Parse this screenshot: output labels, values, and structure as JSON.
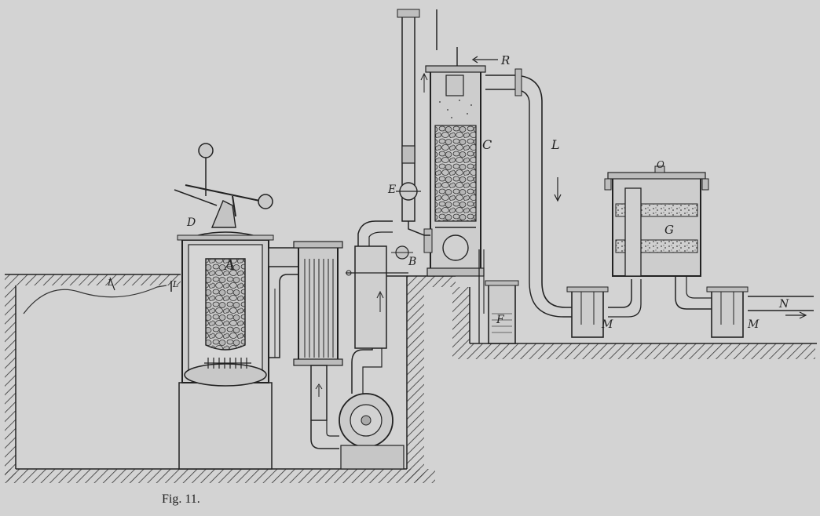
{
  "figure": {
    "caption": "Fig. 11.",
    "labels": {
      "generator": "A",
      "valve_d": "D",
      "column_c": "C",
      "pipe_l": "L",
      "inlet_r": "R",
      "valve_e": "E",
      "valve_b": "B",
      "purifier_g": "G",
      "lid_o": "O",
      "trap_f": "F",
      "trap_m1": "M",
      "trap_m2": "M",
      "outlet_n": "N",
      "ground_l1": "L",
      "ground_l2": "L"
    }
  }
}
